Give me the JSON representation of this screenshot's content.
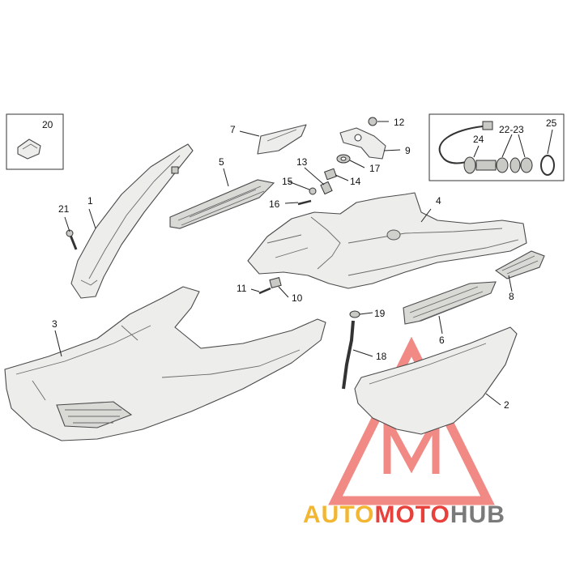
{
  "callouts": {
    "c1": "1",
    "c2": "2",
    "c3": "3",
    "c4": "4",
    "c5": "5",
    "c6": "6",
    "c7": "7",
    "c8": "8",
    "c9": "9",
    "c10": "10",
    "c11": "11",
    "c12": "12",
    "c13": "13",
    "c14": "14",
    "c15": "15",
    "c16": "16",
    "c17": "17",
    "c18": "18",
    "c19": "19",
    "c20": "20",
    "c21": "21",
    "c22_23": "22-23",
    "c24": "24",
    "c25": "25"
  },
  "watermark": {
    "part1": "AUTO",
    "part2": "MOTO",
    "part3": "HUB",
    "color_orange": "#f2b632",
    "color_red": "#e8403a",
    "color_gray": "#7a7a7a"
  }
}
